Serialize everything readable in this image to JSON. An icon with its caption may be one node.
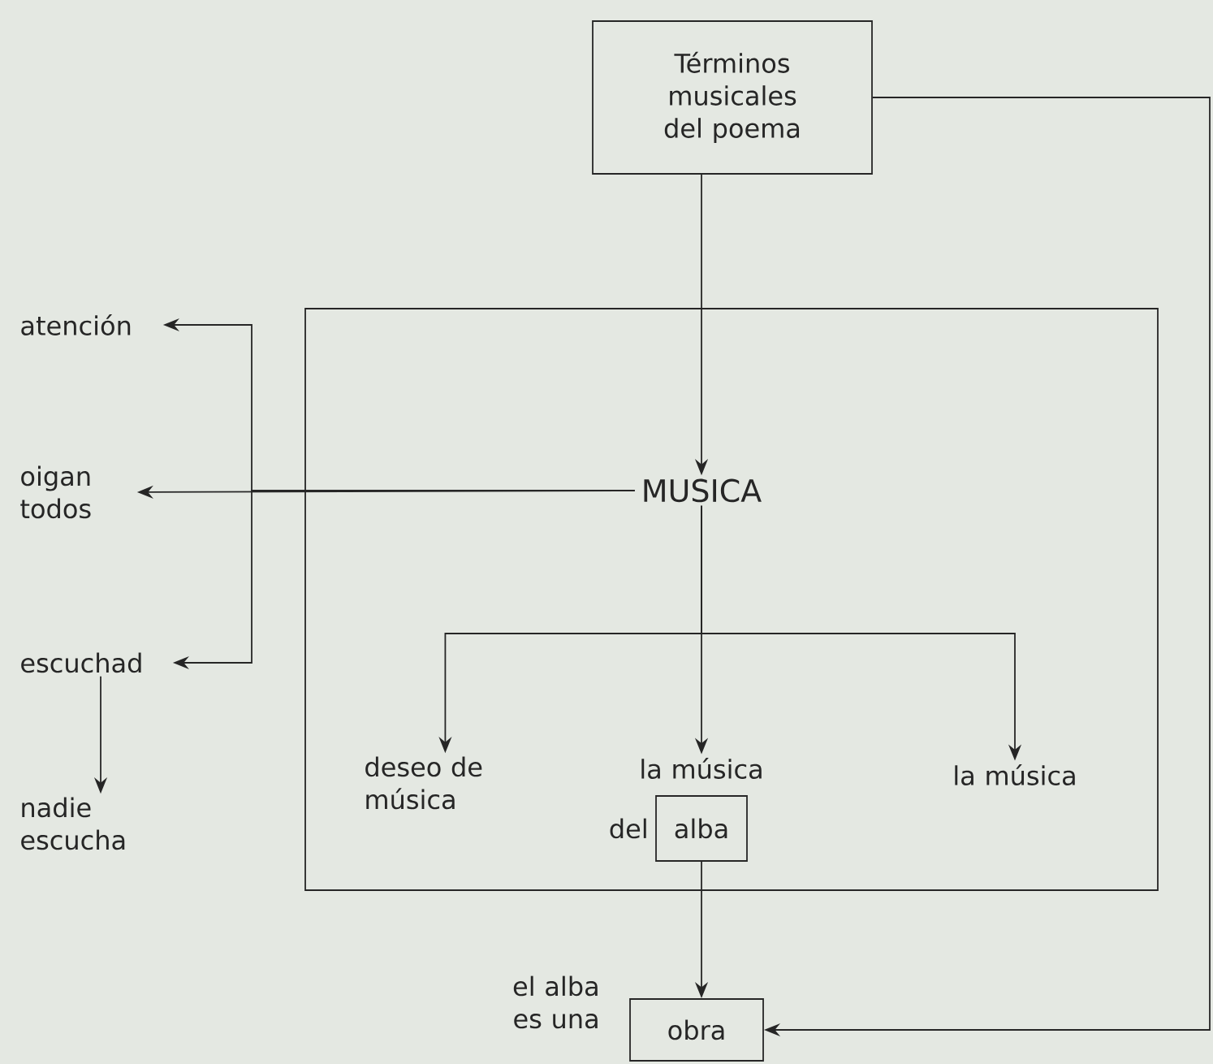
{
  "diagram": {
    "nodes": [
      {
        "text": [
          "Términos musicales del poema"
        ]
      },
      {
        "text": [
          "atención"
        ]
      },
      {
        "text": [
          "oigan todos"
        ]
      },
      {
        "text": [
          "escuchad"
        ]
      },
      {
        "text": [
          "nadie escucha"
        ]
      },
      {
        "text": [],
        "shape": "box"
      },
      {
        "text": [
          "MUSICA"
        ],
        "in": 5
      },
      {
        "text": [
          "deseo de música"
        ],
        "in": 5
      },
      {
        "text": [
          "la música"
        ],
        "in": 5
      },
      {
        "text": [
          "alba"
        ],
        "beside": [
          "del"
        ],
        "in": 5
      },
      {
        "text": [
          "la música"
        ],
        "in": 5
      },
      {
        "text": [
          "obra"
        ],
        "beside": [
          "el alba es una"
        ]
      }
    ],
    "edges": [
      {
        "from": 0,
        "to": 6,
        "arrow": "to"
      },
      {
        "from": 6,
        "to": 1,
        "arrow": "to"
      },
      {
        "from": 6,
        "to": 2,
        "arrow": "to"
      },
      {
        "from": 6,
        "to": 3,
        "arrow": "to"
      },
      {
        "from": 3,
        "to": 4,
        "arrow": "to"
      },
      {
        "from": 6,
        "to": 7,
        "arrow": "to"
      },
      {
        "from": 6,
        "to": 8,
        "arrow": "to"
      },
      {
        "from": 6,
        "to": 10,
        "arrow": "to"
      },
      {
        "from": 9,
        "to": 11,
        "arrow": "to"
      },
      {
        "from": 0,
        "to": 11,
        "arrow": "to"
      }
    ]
  }
}
